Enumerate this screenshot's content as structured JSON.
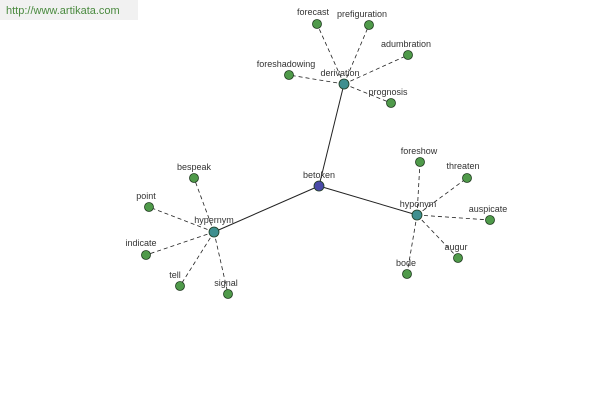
{
  "watermark": {
    "text": "http://www.artikata.com"
  },
  "colors": {
    "center_node": "#4a4aa8",
    "hub_node": "#3f8f8f",
    "leaf_node": "#4f9a4a",
    "edge": "#222222"
  },
  "graph": {
    "center": {
      "label": "betoken"
    },
    "hubs": [
      {
        "id": "derivation",
        "label": "derivation",
        "leaves": [
          "forecast",
          "prefiguration",
          "adumbration",
          "foreshadowing",
          "prognosis"
        ]
      },
      {
        "id": "hypernym",
        "label": "hypernym",
        "leaves": [
          "bespeak",
          "point",
          "indicate",
          "tell",
          "signal"
        ]
      },
      {
        "id": "hyponym",
        "label": "hyponym",
        "leaves": [
          "foreshow",
          "threaten",
          "auspicate",
          "augur",
          "bode"
        ]
      }
    ]
  }
}
